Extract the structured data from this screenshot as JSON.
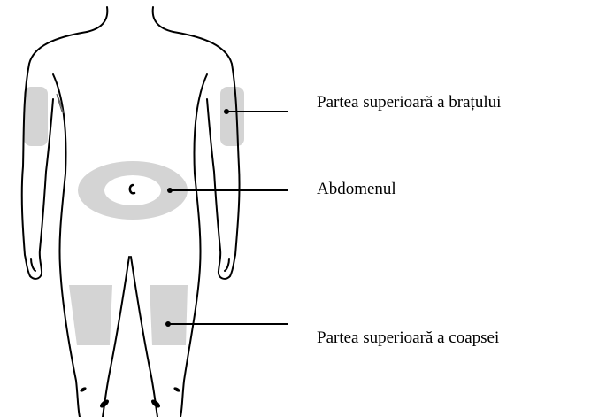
{
  "diagram": {
    "labels": {
      "upper_arm": "Partea superioară a brațului",
      "abdomen": "Abdomenul",
      "upper_thigh": "Partea superioară a coapsei"
    },
    "colors": {
      "outline": "#000000",
      "injection_zone": "#d4d4d4",
      "leader_line": "#000000",
      "background": "#ffffff"
    }
  }
}
